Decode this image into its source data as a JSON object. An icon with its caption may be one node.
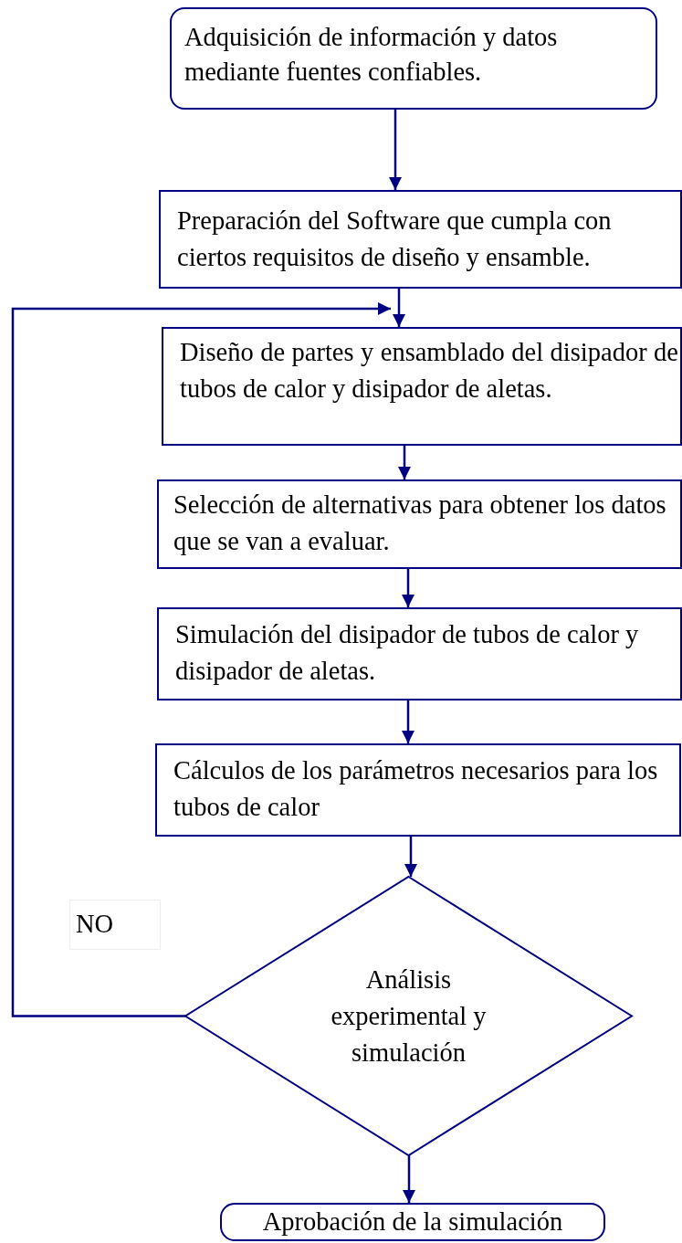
{
  "diagram": {
    "nodes": [
      {
        "text": [
          "Adquisición de información y datos mediante fuentes confiables."
        ]
      },
      {
        "text": [
          "Preparación del Software que cumpla con ciertos requisitos de diseño y ensamble."
        ]
      },
      {
        "text": [
          "Diseño de partes y ensamblado del disipador de tubos de calor y disipador de aletas."
        ]
      },
      {
        "text": [
          "Selección de alternativas para obtener los datos que se van a evaluar."
        ]
      },
      {
        "text": [
          "Simulación del disipador de tubos de calor y disipador de aletas."
        ]
      },
      {
        "text": [
          "Cálculos de los parámetros necesarios para los tubos de calor"
        ]
      },
      {
        "text": [
          "Análisis experimental y simulación"
        ]
      },
      {
        "text": [
          "Aprobación de la simulación"
        ]
      }
    ],
    "edges": [
      {
        "from": 0,
        "to": 1,
        "arrow": "to"
      },
      {
        "from": 1,
        "to": 2,
        "arrow": "to"
      },
      {
        "from": 2,
        "to": 3,
        "arrow": "to"
      },
      {
        "from": 3,
        "to": 4,
        "arrow": "to"
      },
      {
        "from": 4,
        "to": 5,
        "arrow": "to"
      },
      {
        "from": 5,
        "to": 6,
        "arrow": "to"
      },
      {
        "from": 6,
        "to": 2,
        "arrow": "to",
        "label": "NO"
      },
      {
        "from": 6,
        "to": 7,
        "arrow": "to"
      }
    ]
  }
}
